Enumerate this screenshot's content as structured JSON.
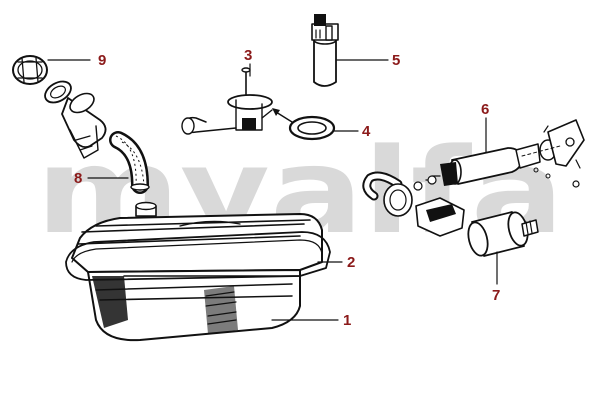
{
  "watermark": {
    "text": "myalfa",
    "color": "#d9d9d9"
  },
  "callout_color": "#8b1a1a",
  "callouts": [
    {
      "id": "1",
      "part": "fuel-tank"
    },
    {
      "id": "2",
      "part": "tank-seal"
    },
    {
      "id": "3",
      "part": "fuel-gauge-sender"
    },
    {
      "id": "4",
      "part": "sender-gasket"
    },
    {
      "id": "5",
      "part": "in-tank-fuel-pump"
    },
    {
      "id": "6",
      "part": "external-fuel-pump"
    },
    {
      "id": "7",
      "part": "fuel-filter"
    },
    {
      "id": "8",
      "part": "filler-hose"
    },
    {
      "id": "9",
      "part": "filler-cap"
    }
  ]
}
